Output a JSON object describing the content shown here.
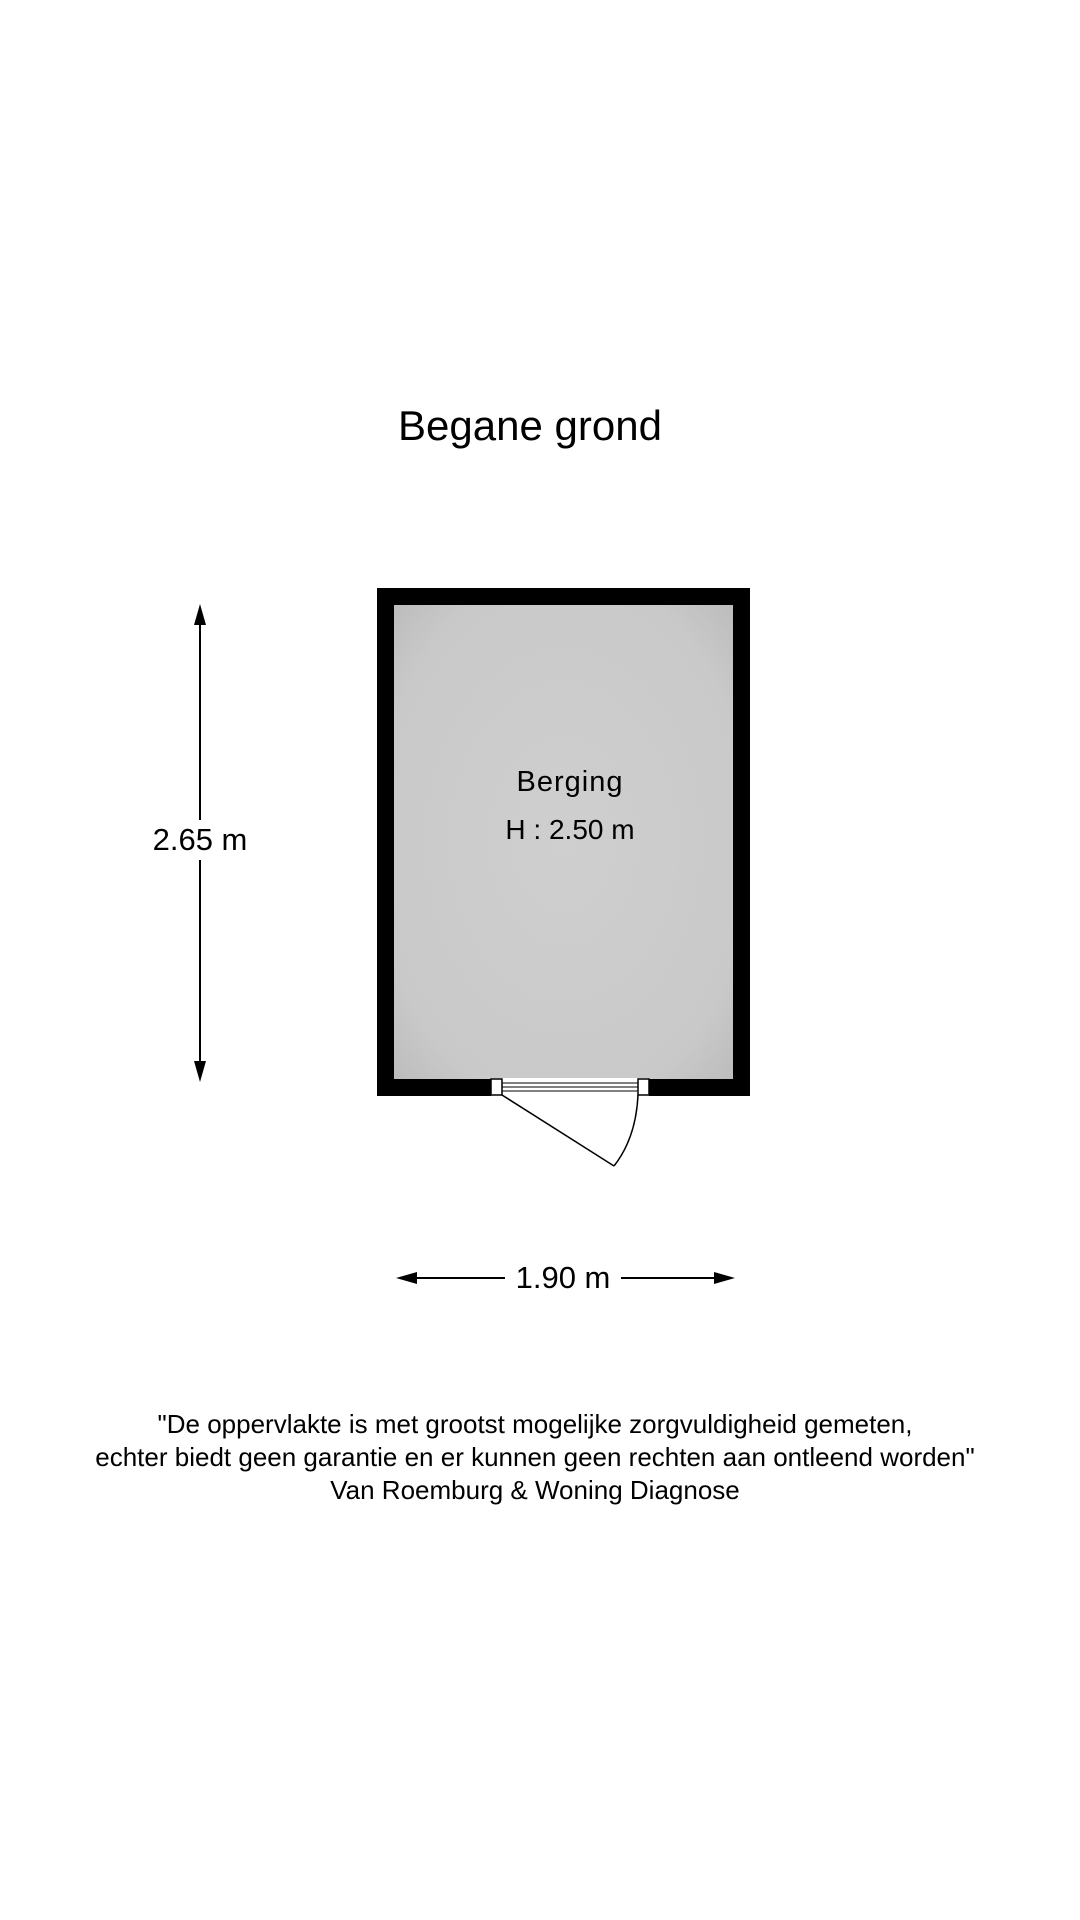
{
  "floor": {
    "title": "Begane grond"
  },
  "room": {
    "name": "Berging",
    "height": "H : 2.50 m",
    "colors": {
      "wall": "#000000",
      "floor": "#cccccc"
    }
  },
  "dimensions": {
    "depth": "2.65 m",
    "width": "1.90 m"
  },
  "disclaimer": {
    "line1": "\"De oppervlakte is met grootst mogelijke zorgvuldigheid gemeten,",
    "line2": "echter biedt geen garantie en er kunnen geen rechten aan ontleend worden\"",
    "line3": "Van Roemburg & Woning Diagnose"
  }
}
